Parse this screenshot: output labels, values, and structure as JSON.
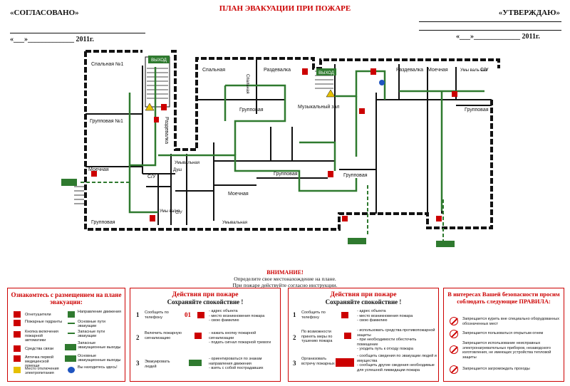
{
  "header": {
    "approved_left": "«СОГЛАСОВАНО»",
    "approved_right": "«УТВЕРЖДАЮ»",
    "title": "ПЛАН ЭВАКУАЦИИ ПРИ ПОЖАРЕ",
    "date_left": "«___»_____________ 2011г.",
    "date_right": "«___»_____________ 2011г."
  },
  "rooms": {
    "bedroom1": "Спальная №1",
    "group1": "Групповая №1",
    "dressing_vertical": "Раздевалка",
    "washing": "Моечная",
    "su": "С/У",
    "shower": "Душ",
    "washing_room": "Умывальная",
    "group_lower_left": "Групповая",
    "wash_va": "Умы ва/ня",
    "bedroom_top": "Спальная",
    "dressing_top": "Раздевалка",
    "spalnaya_vertical": "Спальная",
    "group_top": "Групповая",
    "music_hall": "Музыкальный зал",
    "group_center": "Групповая",
    "washing_center": "Моечная",
    "washing_bottom": "Умывальная",
    "group_center_right": "Групповая",
    "dressing_right": "Раздевалка",
    "washing_right": "Моечная",
    "wash_right": "Умы валь ная",
    "su_right": "С/У",
    "group_right": "Групповая",
    "exit": "ВЫХОД",
    "wash_small": "Умывальная"
  },
  "notice": {
    "attention": "ВНИМАНИЕ!",
    "line1": "Определите свое местонахождение на плане.",
    "line2": "При пожаре действуйте согласно инструкции."
  },
  "legend": {
    "title": "Ознакомтесь с размещением на плане эвакуации:",
    "items_left": [
      "Огнетушители",
      "Пожарные гидранты",
      "Кнопка включения пожарной автоматики",
      "Средства связи",
      "Аптечка первой медицинской помощи",
      "Место отключения электропитания"
    ],
    "items_right": [
      "Направление движения",
      "Основные пути эвакуации",
      "Запасные пути эвакуации",
      "Запасные эвакуационные выходы",
      "Основные эвакуационные выходы",
      "Вы находитесь здесь!"
    ]
  },
  "actions1": {
    "title": "Действия при пожаре",
    "subtitle": "Сохраняйте спокойствие !",
    "rows": [
      {
        "num": "1",
        "label": "Сообщить по телефону",
        "phone": "01",
        "text": "- адрес объекта\n- место возникновения пожара\n- свою фамилию"
      },
      {
        "num": "2",
        "label": "Включить пожарную сигнализацию",
        "text": "- нажать кнопку пожарной сигнализации\n- подать сигнал пожарной тревоги"
      },
      {
        "num": "3",
        "label": "Эвакуировать людей",
        "text": "- ориентироваться по знакам направления движения\n- взять с собой пострадавших"
      }
    ]
  },
  "actions2": {
    "title": "Действия при пожаре",
    "subtitle": "Сохраняйте спокойствие !",
    "rows": [
      {
        "num": "1",
        "label": "Сообщить по телефону",
        "text": "- адрес объекта\n- место возникновения пожара\n- свою фамилию"
      },
      {
        "num": "2",
        "label": "По возможности принять меры по тушению пожара",
        "text": "- использовать средства противопожарной защиты\n- при необходимости обесточить помещение\n- уходить путь к отходу пожара"
      },
      {
        "num": "3",
        "label": "Организовать встречу пожарных",
        "text": "- сообщить сведения по эвакуации людей и имущества\n- сообщить другие сведения необходимые для успешной ликвидации пожара"
      }
    ]
  },
  "rules": {
    "title": "В интересах Вашей безопасности просим соблюдать следующие ПРАВИЛА:",
    "items": [
      "Запрещается курить вне специально оборудованных обозначенных мест",
      "Запрещается пользоваться открытым огнем",
      "Запрещается использование неисправных электронагревательных приборов, незаводского изготовления, не имеющих устройства тепловой защиты",
      "Запрещается загромождать проходы"
    ]
  },
  "colors": {
    "accent": "#cc0000",
    "path": "#2f7a2f",
    "wall": "#111111"
  }
}
